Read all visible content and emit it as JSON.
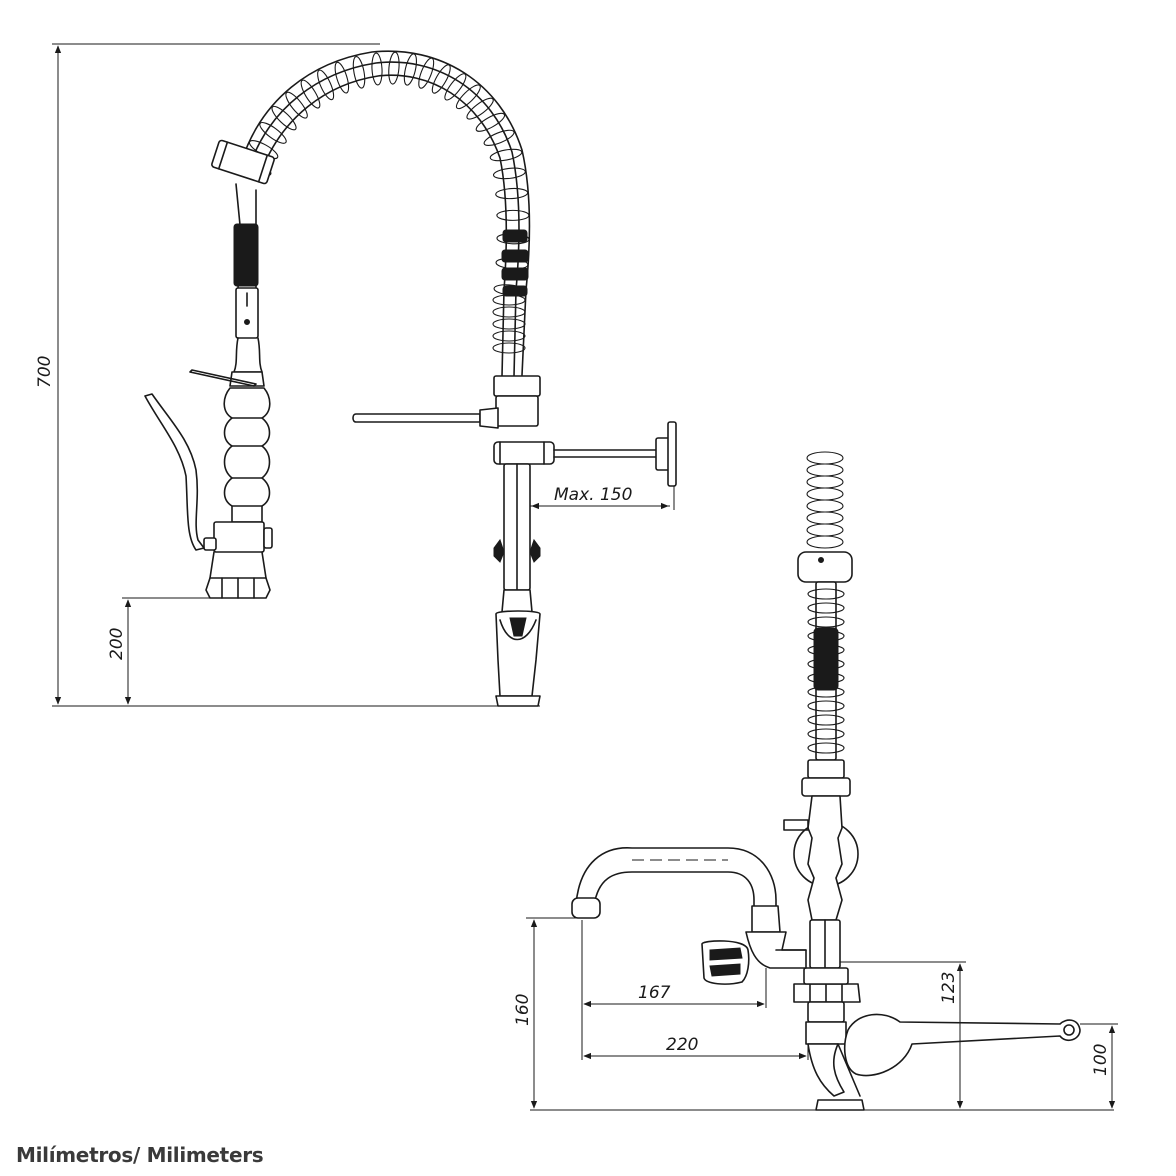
{
  "dimensions": {
    "total_height": "700",
    "base_height": "200",
    "max_arm": "Max. 150",
    "spout_reach_167": "167",
    "spout_reach_220": "220",
    "spout_height_160": "160",
    "inlet_height_123": "123",
    "lever_height_100": "100"
  },
  "caption": "Milímetros/ Milimeters"
}
